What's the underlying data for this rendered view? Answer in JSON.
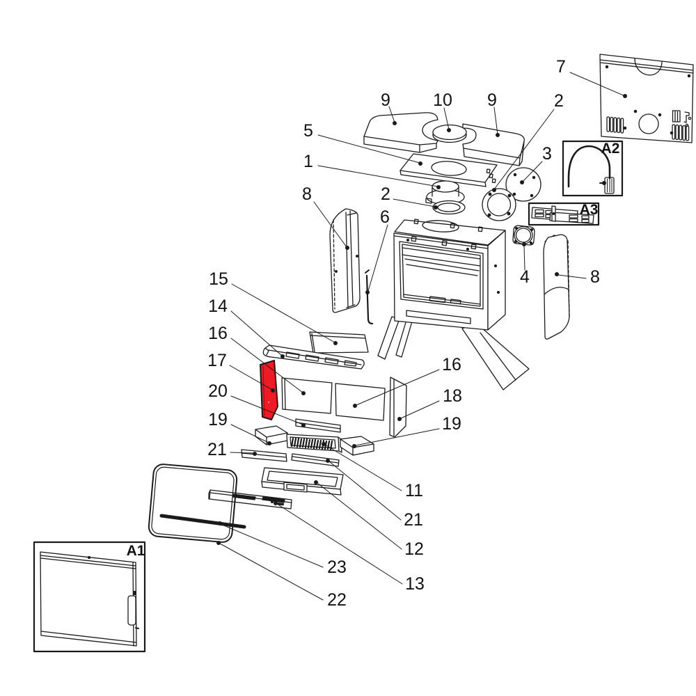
{
  "diagram": {
    "background": "#ffffff",
    "line_color": "#1a1a1a",
    "highlight_color": "#ee1b24",
    "callouts": [
      {
        "label": "7"
      },
      {
        "label": "9"
      },
      {
        "label": "10"
      },
      {
        "label": "9"
      },
      {
        "label": "2"
      },
      {
        "label": "5"
      },
      {
        "label": "1"
      },
      {
        "label": "3"
      },
      {
        "label": "8"
      },
      {
        "label": "2"
      },
      {
        "label": "6"
      },
      {
        "label": "4"
      },
      {
        "label": "8"
      },
      {
        "label": "15"
      },
      {
        "label": "14"
      },
      {
        "label": "16"
      },
      {
        "label": "17"
      },
      {
        "label": "16"
      },
      {
        "label": "20"
      },
      {
        "label": "18"
      },
      {
        "label": "19"
      },
      {
        "label": "19"
      },
      {
        "label": "21"
      },
      {
        "label": "11"
      },
      {
        "label": "21"
      },
      {
        "label": "12"
      },
      {
        "label": "13"
      },
      {
        "label": "23"
      },
      {
        "label": "22"
      }
    ],
    "insets": [
      {
        "label": "A1"
      },
      {
        "label": "A2"
      },
      {
        "label": "A3"
      }
    ]
  }
}
